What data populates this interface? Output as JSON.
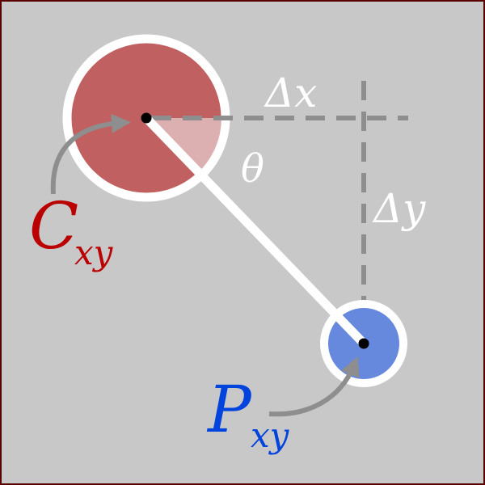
{
  "colors": {
    "background": "#c8c8c8",
    "frame": "#5a0000",
    "center_circle_fill": "#c06060",
    "angle_wedge_fill": "#dcb0b0",
    "point_circle_fill": "#6688dd",
    "ring": "#ffffff",
    "dashed_guides": "#8e8e8e",
    "arrows": "#8e8e8e",
    "dot": "#000000",
    "label_c": "#bb0000",
    "label_p": "#0044dd",
    "label_white": "#ffffff"
  },
  "labels": {
    "delta_x": "Δx",
    "delta_y": "Δy",
    "theta": "θ",
    "c_main": "C",
    "c_sub": "xy",
    "p_main": "P",
    "p_sub": "xy"
  }
}
